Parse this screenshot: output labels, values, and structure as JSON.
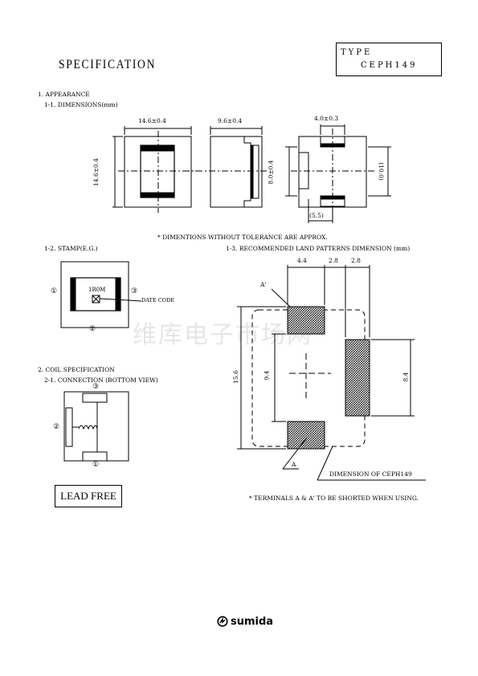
{
  "header": {
    "title": "SPECIFICATION",
    "type_label": "TYPE",
    "type_value": "CEPH149"
  },
  "appearance": {
    "heading": "1. APPEARANCE",
    "dimensions_heading": "1-1. DIMENSIONS(mm)",
    "dim_width": "14.6±0.4",
    "dim_height": "14.6±0.4",
    "dim_depth": "9.6±0.4",
    "dim_terminal_width": "4.0±0.3",
    "dim_terminal_span": "8.0±0.4",
    "dim_ref_height": "(10.0)",
    "dim_ref_offset": "(5.5)",
    "note": "* DIMENTIONS WITHOUT TOLERANCE ARE APPROX."
  },
  "stamp": {
    "heading": "1-2. STAMP(E.G.)",
    "marking": "1R0M",
    "date_code": "DATE CODE",
    "pin1": "①",
    "pin2": "②",
    "pin3": "③"
  },
  "land_pattern": {
    "heading": "1-3. RECOMMENDED LAND PATTERNS DIMENSION  (mm)",
    "dim_a": "4.4",
    "dim_b": "2.8",
    "dim_c": "2.8",
    "dim_total_height": "15.6",
    "dim_gap": "9.4",
    "dim_pad_height": "8.4",
    "label_a_prime": "A'",
    "label_a": "A",
    "outline_label": "DIMENSION OF CEPH149",
    "note": "* TERMINALS  A & A' TO BE SHORTED WHEN USING."
  },
  "coil": {
    "heading": "2. COIL SPECIFICATION",
    "connection_heading": "2-1. CONNECTION (BOTTOM VIEW)",
    "pin1": "①",
    "pin2": "②",
    "pin3": "③"
  },
  "badge": {
    "lead_free": "LEAD FREE"
  },
  "watermark": "维库电子市场网",
  "footer": {
    "brand": "sumida"
  }
}
